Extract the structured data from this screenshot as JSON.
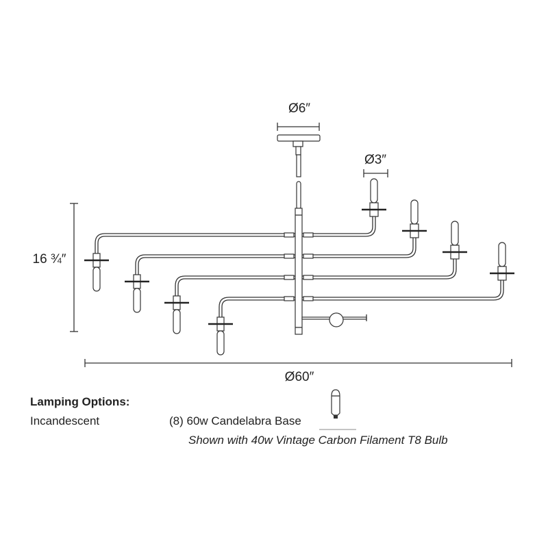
{
  "dimensions": {
    "canopy_diameter": "Ø6″",
    "shade_diameter": "Ø3″",
    "height": "16 ¾″",
    "overall_diameter": "Ø60″"
  },
  "lamping": {
    "heading": "Lamping Options:",
    "type": "Incandescent",
    "spec": "(8) 60w Candelabra Base",
    "note": "Shown with 40w Vintage Carbon Filament T8 Bulb",
    "bulb_icon": "bulb-icon"
  }
}
